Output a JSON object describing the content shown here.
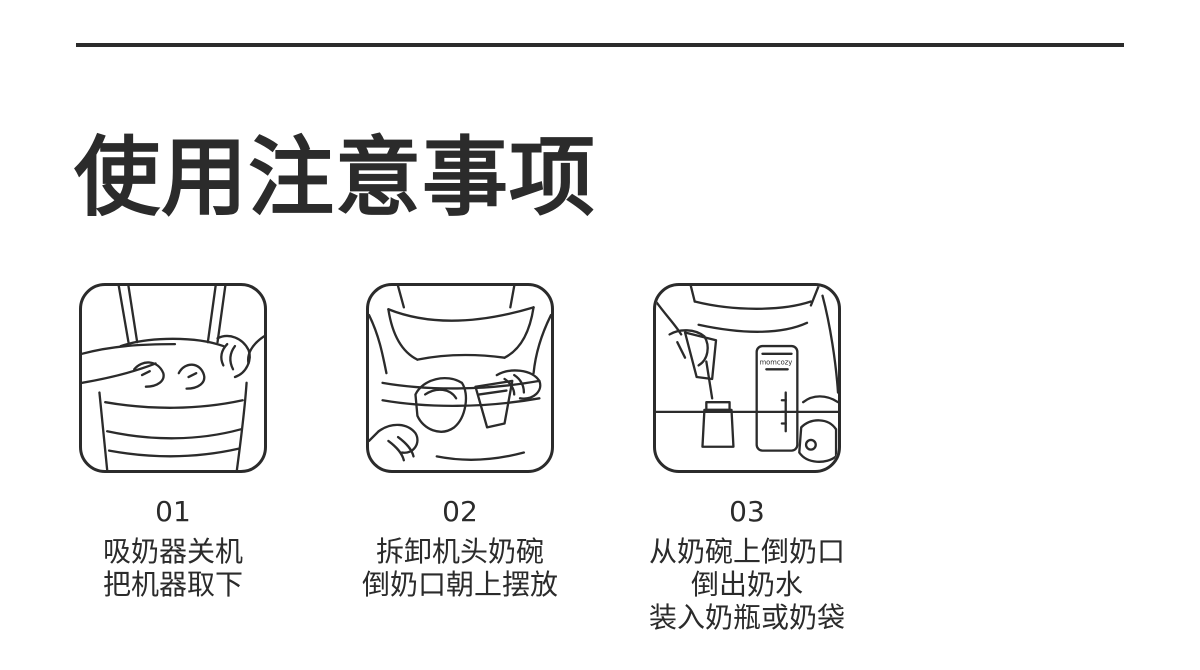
{
  "page": {
    "title": "使用注意事项"
  },
  "steps": [
    {
      "number": "01",
      "lines": [
        "吸奶器关机",
        "把机器取下"
      ]
    },
    {
      "number": "02",
      "lines": [
        "拆卸机头奶碗",
        "倒奶口朝上摆放"
      ]
    },
    {
      "number": "03",
      "lines": [
        "从奶碗上倒奶口",
        "倒出奶水",
        "装入奶瓶或奶袋"
      ],
      "bottle_label": "momcozy"
    }
  ],
  "colors": {
    "ink": "#2b2b2b",
    "background": "#ffffff"
  }
}
